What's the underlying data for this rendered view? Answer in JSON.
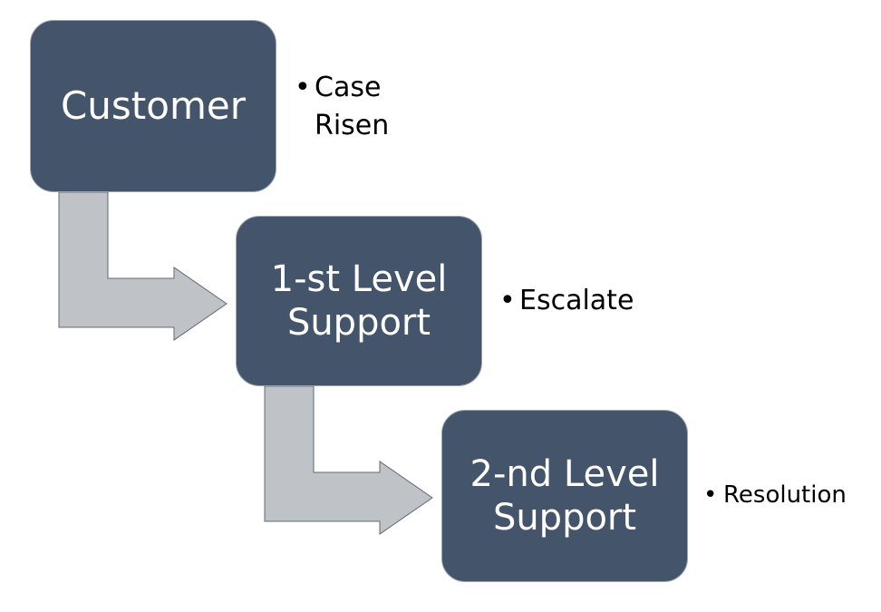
{
  "diagram": {
    "colors": {
      "box_fill": "#44546a",
      "box_text": "#ffffff",
      "arrow_fill": "#bfc3c8",
      "arrow_stroke": "#5f6870"
    },
    "steps": [
      {
        "label": "Customer",
        "note": "Case\nRisen"
      },
      {
        "label": "1-st Level\nSupport",
        "note": "Escalate"
      },
      {
        "label": "2-nd Level\nSupport",
        "note": "Resolution"
      }
    ],
    "bullet": "•"
  }
}
